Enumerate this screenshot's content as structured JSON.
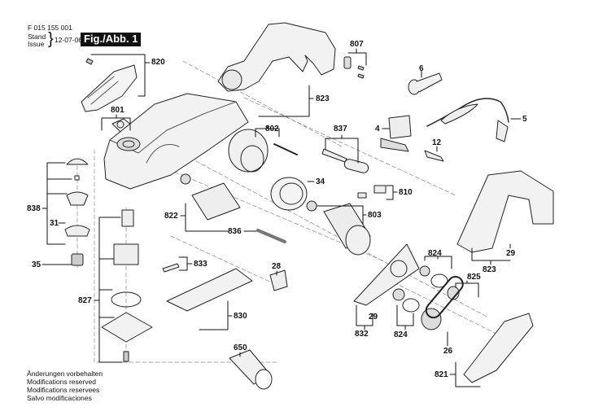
{
  "header": {
    "document_number": "F 015 155 001",
    "stand_label": "Stand",
    "issue_label": "Issue",
    "date": "12-07-06",
    "figure_label": "Fig./Abb. 1"
  },
  "footer": {
    "notes": [
      "Änderungen vorbehalten",
      "Modifications reserved",
      "Modifications reservees",
      "Salvo modificaciones"
    ]
  },
  "diagram": {
    "type": "exploded-parts-diagram",
    "subject": "power planer",
    "callouts": [
      {
        "id": "820",
        "label": "820"
      },
      {
        "id": "801",
        "label": "801"
      },
      {
        "id": "823-top",
        "label": "823"
      },
      {
        "id": "807",
        "label": "807"
      },
      {
        "id": "6",
        "label": "6"
      },
      {
        "id": "5",
        "label": "5"
      },
      {
        "id": "4",
        "label": "4"
      },
      {
        "id": "12",
        "label": "12"
      },
      {
        "id": "802",
        "label": "802"
      },
      {
        "id": "837",
        "label": "837"
      },
      {
        "id": "34",
        "label": "34"
      },
      {
        "id": "810",
        "label": "810"
      },
      {
        "id": "803",
        "label": "803"
      },
      {
        "id": "822",
        "label": "822"
      },
      {
        "id": "836",
        "label": "836"
      },
      {
        "id": "838",
        "label": "838"
      },
      {
        "id": "31",
        "label": "31"
      },
      {
        "id": "35",
        "label": "35"
      },
      {
        "id": "827",
        "label": "827"
      },
      {
        "id": "833",
        "label": "833"
      },
      {
        "id": "830",
        "label": "830"
      },
      {
        "id": "28",
        "label": "28"
      },
      {
        "id": "650",
        "label": "650"
      },
      {
        "id": "832",
        "label": "832"
      },
      {
        "id": "29-left",
        "label": "29"
      },
      {
        "id": "824-top",
        "label": "824"
      },
      {
        "id": "824-bottom",
        "label": "824"
      },
      {
        "id": "825",
        "label": "825"
      },
      {
        "id": "26",
        "label": "26"
      },
      {
        "id": "821",
        "label": "821"
      },
      {
        "id": "29-right",
        "label": "29"
      },
      {
        "id": "823-right",
        "label": "823"
      }
    ]
  }
}
